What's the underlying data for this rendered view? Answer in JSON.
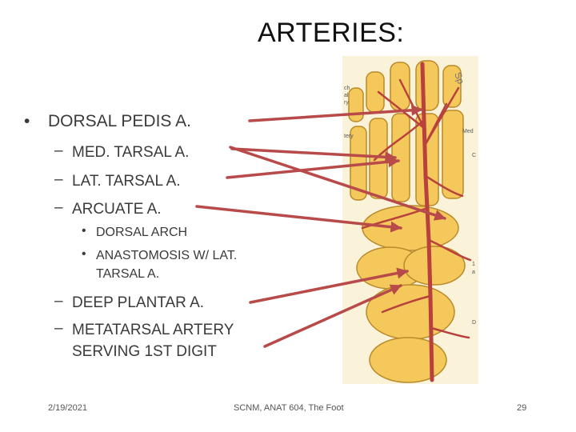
{
  "slide": {
    "title": "ARTERIES:",
    "bullets": {
      "main": "DORSAL PEDIS A.",
      "med_tarsal": "MED. TARSAL A.",
      "lat_tarsal": "LAT. TARSAL A.",
      "arcuate": "ARCUATE A.",
      "dorsal_arch": "DORSAL ARCH",
      "anastomosis_line1": "ANASTOMOSIS W/ LAT.",
      "anastomosis_line2": "TARSAL A.",
      "deep_plantar": "DEEP PLANTAR A.",
      "metatarsal_line1": "METATARSAL ARTERY",
      "metatarsal_line2": "SERVING 1ST DIGIT"
    },
    "glyphs": {
      "bullet": "•",
      "dash": "–"
    },
    "illustration": {
      "label_fragments": [
        "ch",
        "al",
        "ry",
        "tery",
        "Med",
        "C",
        "1",
        "a",
        "D"
      ],
      "corner_text": "Sp"
    },
    "footer": {
      "date": "2/19/2021",
      "course": "SCNM, ANAT 604, The Foot",
      "page": "29"
    },
    "colors": {
      "arrow": "#b84a4a",
      "bone": "#f5c85c",
      "bone_outline": "#b98a2a",
      "artery": "#b8413e",
      "text": "#3a3a3a"
    }
  }
}
